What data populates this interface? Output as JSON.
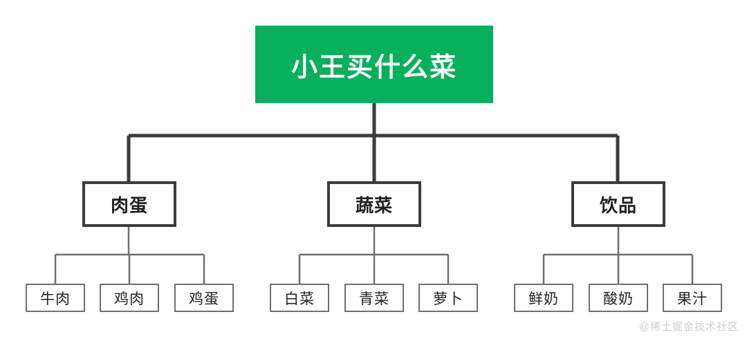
{
  "diagram": {
    "type": "tree",
    "title": "小王买什么菜",
    "background_color": "#ffffff",
    "root": {
      "label": "小王买什么菜",
      "fill_color": "#07b05b",
      "text_color": "#ffffff"
    },
    "branches": [
      {
        "label": "肉蛋",
        "children": [
          "牛肉",
          "鸡肉",
          "鸡蛋"
        ]
      },
      {
        "label": "蔬菜",
        "children": [
          "白菜",
          "青菜",
          "萝卜"
        ]
      },
      {
        "label": "饮品",
        "children": [
          "鲜奶",
          "酸奶",
          "果汁"
        ]
      }
    ],
    "leaves": [
      "牛肉",
      "鸡肉",
      "鸡蛋",
      "白菜",
      "青菜",
      "萝卜",
      "鲜奶",
      "酸奶",
      "果汁"
    ],
    "connector_color_primary": "#3b3b3b",
    "connector_color_secondary": "#6f6f6f"
  },
  "watermark": {
    "text": "@稀土掘金技术社区"
  }
}
